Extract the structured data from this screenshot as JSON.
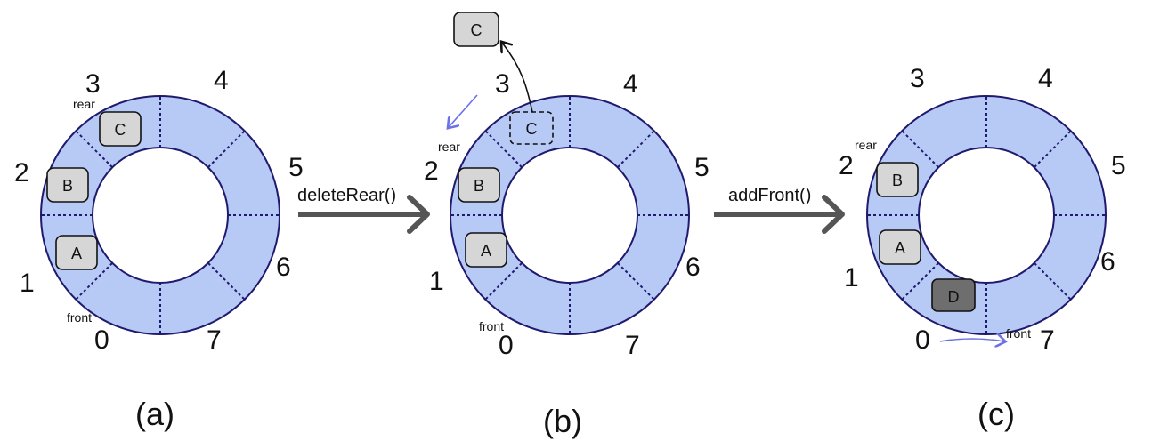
{
  "colors": {
    "ring_fill": "#b7c9f5",
    "ring_stroke": "#1f1a6e",
    "box_fill": "#d6d6d6",
    "box_dark_fill": "#6e6e6e",
    "arrow_gray": "#555555",
    "pointer_arrow": "#6b72e6"
  },
  "operations": {
    "op1": "deleteRear()",
    "op2": "addFront()"
  },
  "panels": [
    {
      "caption": "(a)",
      "indices": [
        "0",
        "1",
        "2",
        "3",
        "4",
        "5",
        "6",
        "7"
      ],
      "elements": [
        {
          "label": "A",
          "slot": 1,
          "style": "normal"
        },
        {
          "label": "B",
          "slot": 2,
          "style": "normal"
        },
        {
          "label": "C",
          "slot": 3,
          "style": "normal"
        }
      ],
      "front_label": "front",
      "rear_label": "rear"
    },
    {
      "caption": "(b)",
      "indices": [
        "0",
        "1",
        "2",
        "3",
        "4",
        "5",
        "6",
        "7"
      ],
      "elements": [
        {
          "label": "A",
          "slot": 1,
          "style": "normal"
        },
        {
          "label": "B",
          "slot": 2,
          "style": "normal"
        },
        {
          "label": "C",
          "slot": 3,
          "style": "dashed"
        }
      ],
      "removed_label": "C",
      "front_label": "front",
      "rear_label": "rear"
    },
    {
      "caption": "(c)",
      "indices": [
        "0",
        "1",
        "2",
        "3",
        "4",
        "5",
        "6",
        "7"
      ],
      "elements": [
        {
          "label": "A",
          "slot": 1,
          "style": "normal"
        },
        {
          "label": "B",
          "slot": 2,
          "style": "normal"
        },
        {
          "label": "D",
          "slot": 0,
          "style": "dark"
        }
      ],
      "front_label": "front",
      "rear_label": "rear"
    }
  ]
}
